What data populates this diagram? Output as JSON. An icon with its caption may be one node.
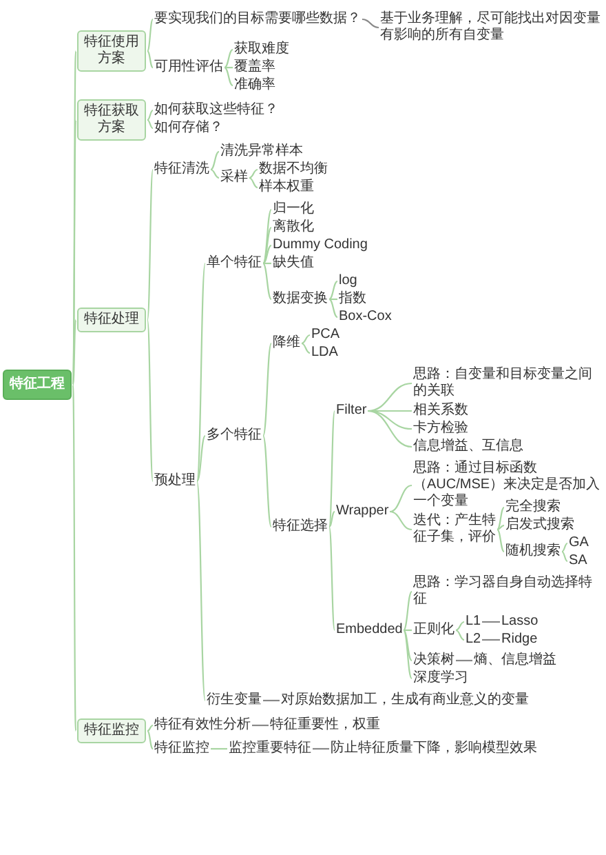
{
  "diagram": {
    "nodes": [
      {
        "text": [
          "特征工程"
        ]
      },
      {
        "text": [
          "特征使用方案"
        ]
      },
      {
        "text": [
          "要实现我们的目标需要哪些数据？"
        ]
      },
      {
        "text": [
          "基于业务理解，尽可能找出对因变量有影响的所有自变量"
        ]
      },
      {
        "text": [
          "可用性评估"
        ]
      },
      {
        "text": [
          "获取难度"
        ]
      },
      {
        "text": [
          "覆盖率"
        ]
      },
      {
        "text": [
          "准确率"
        ]
      },
      {
        "text": [
          "特征获取方案"
        ]
      },
      {
        "text": [
          "如何获取这些特征？"
        ]
      },
      {
        "text": [
          "如何存储？"
        ]
      },
      {
        "text": [
          "特征处理"
        ]
      },
      {
        "text": [
          "特征清洗"
        ]
      },
      {
        "text": [
          "清洗异常样本"
        ]
      },
      {
        "text": [
          "采样"
        ]
      },
      {
        "text": [
          "数据不均衡"
        ]
      },
      {
        "text": [
          "样本权重"
        ]
      },
      {
        "text": [
          "预处理"
        ]
      },
      {
        "text": [
          "单个特征"
        ]
      },
      {
        "text": [
          "归一化"
        ]
      },
      {
        "text": [
          "离散化"
        ]
      },
      {
        "text": [
          "Dummy Coding"
        ]
      },
      {
        "text": [
          "缺失值"
        ]
      },
      {
        "text": [
          "数据变换"
        ]
      },
      {
        "text": [
          "log"
        ]
      },
      {
        "text": [
          "指数"
        ]
      },
      {
        "text": [
          "Box-Cox"
        ]
      },
      {
        "text": [
          "多个特征"
        ]
      },
      {
        "text": [
          "降维"
        ]
      },
      {
        "text": [
          "PCA"
        ]
      },
      {
        "text": [
          "LDA"
        ]
      },
      {
        "text": [
          "特征选择"
        ]
      },
      {
        "text": [
          "Filter"
        ]
      },
      {
        "text": [
          "思路：自变量和目标变量之间的关联"
        ]
      },
      {
        "text": [
          "相关系数"
        ]
      },
      {
        "text": [
          "卡方检验"
        ]
      },
      {
        "text": [
          "信息增益、互信息"
        ]
      },
      {
        "text": [
          "Wrapper"
        ]
      },
      {
        "text": [
          "思路：通过目标函数（AUC/MSE）来决定是否加入一个变量"
        ]
      },
      {
        "text": [
          "迭代：产生特征子集，评价"
        ]
      },
      {
        "text": [
          "完全搜索"
        ]
      },
      {
        "text": [
          "启发式搜索"
        ]
      },
      {
        "text": [
          "随机搜索"
        ]
      },
      {
        "text": [
          "GA"
        ]
      },
      {
        "text": [
          "SA"
        ]
      },
      {
        "text": [
          "Embedded"
        ]
      },
      {
        "text": [
          "思路：学习器自身自动选择特征"
        ]
      },
      {
        "text": [
          "正则化"
        ]
      },
      {
        "text": [
          "L1"
        ]
      },
      {
        "text": [
          "Lasso"
        ]
      },
      {
        "text": [
          "L2"
        ]
      },
      {
        "text": [
          "Ridge"
        ]
      },
      {
        "text": [
          "决策树"
        ]
      },
      {
        "text": [
          "熵、信息增益"
        ]
      },
      {
        "text": [
          "深度学习"
        ]
      },
      {
        "text": [
          "衍生变量"
        ]
      },
      {
        "text": [
          "对原始数据加工，生成有商业意义的变量"
        ]
      },
      {
        "text": [
          "特征监控"
        ]
      },
      {
        "text": [
          "特征有效性分析"
        ]
      },
      {
        "text": [
          "特征重要性，权重"
        ]
      },
      {
        "text": [
          "特征监控"
        ]
      },
      {
        "text": [
          "监控重要特征"
        ]
      },
      {
        "text": [
          "防止特征质量下降，影响模型效果"
        ]
      }
    ],
    "edges": [
      {
        "from": 0,
        "to": 1,
        "arrow": "none"
      },
      {
        "from": 1,
        "to": 2,
        "arrow": "none"
      },
      {
        "from": 2,
        "to": 3,
        "arrow": "none",
        "color": "#888888"
      },
      {
        "from": 1,
        "to": 4,
        "arrow": "none"
      },
      {
        "from": 4,
        "to": 5,
        "arrow": "none"
      },
      {
        "from": 4,
        "to": 6,
        "arrow": "none"
      },
      {
        "from": 4,
        "to": 7,
        "arrow": "none"
      },
      {
        "from": 0,
        "to": 8,
        "arrow": "none"
      },
      {
        "from": 8,
        "to": 9,
        "arrow": "none"
      },
      {
        "from": 8,
        "to": 10,
        "arrow": "none"
      },
      {
        "from": 0,
        "to": 11,
        "arrow": "none"
      },
      {
        "from": 11,
        "to": 12,
        "arrow": "none"
      },
      {
        "from": 12,
        "to": 13,
        "arrow": "none"
      },
      {
        "from": 12,
        "to": 14,
        "arrow": "none"
      },
      {
        "from": 14,
        "to": 15,
        "arrow": "none"
      },
      {
        "from": 14,
        "to": 16,
        "arrow": "none"
      },
      {
        "from": 11,
        "to": 17,
        "arrow": "none"
      },
      {
        "from": 17,
        "to": 18,
        "arrow": "none"
      },
      {
        "from": 18,
        "to": 19,
        "arrow": "none"
      },
      {
        "from": 18,
        "to": 20,
        "arrow": "none"
      },
      {
        "from": 18,
        "to": 21,
        "arrow": "none"
      },
      {
        "from": 18,
        "to": 22,
        "arrow": "none"
      },
      {
        "from": 18,
        "to": 23,
        "arrow": "none"
      },
      {
        "from": 23,
        "to": 24,
        "arrow": "none"
      },
      {
        "from": 23,
        "to": 25,
        "arrow": "none"
      },
      {
        "from": 23,
        "to": 26,
        "arrow": "none"
      },
      {
        "from": 17,
        "to": 27,
        "arrow": "none"
      },
      {
        "from": 27,
        "to": 28,
        "arrow": "none"
      },
      {
        "from": 28,
        "to": 29,
        "arrow": "none"
      },
      {
        "from": 28,
        "to": 30,
        "arrow": "none"
      },
      {
        "from": 27,
        "to": 31,
        "arrow": "none"
      },
      {
        "from": 31,
        "to": 32,
        "arrow": "none"
      },
      {
        "from": 32,
        "to": 33,
        "arrow": "none"
      },
      {
        "from": 32,
        "to": 34,
        "arrow": "none"
      },
      {
        "from": 32,
        "to": 35,
        "arrow": "none"
      },
      {
        "from": 32,
        "to": 36,
        "arrow": "none"
      },
      {
        "from": 31,
        "to": 37,
        "arrow": "none"
      },
      {
        "from": 37,
        "to": 38,
        "arrow": "none"
      },
      {
        "from": 37,
        "to": 39,
        "arrow": "none"
      },
      {
        "from": 39,
        "to": 40,
        "arrow": "none"
      },
      {
        "from": 39,
        "to": 41,
        "arrow": "none"
      },
      {
        "from": 39,
        "to": 42,
        "arrow": "none"
      },
      {
        "from": 42,
        "to": 43,
        "arrow": "none"
      },
      {
        "from": 42,
        "to": 44,
        "arrow": "none"
      },
      {
        "from": 31,
        "to": 45,
        "arrow": "none"
      },
      {
        "from": 45,
        "to": 46,
        "arrow": "none"
      },
      {
        "from": 45,
        "to": 47,
        "arrow": "none"
      },
      {
        "from": 47,
        "to": 48,
        "arrow": "none"
      },
      {
        "from": 48,
        "to": 49,
        "arrow": "none",
        "color": "#888888"
      },
      {
        "from": 47,
        "to": 50,
        "arrow": "none"
      },
      {
        "from": 50,
        "to": 51,
        "arrow": "none",
        "color": "#888888"
      },
      {
        "from": 45,
        "to": 52,
        "arrow": "none"
      },
      {
        "from": 52,
        "to": 53,
        "arrow": "none",
        "color": "#888888"
      },
      {
        "from": 45,
        "to": 54,
        "arrow": "none"
      },
      {
        "from": 17,
        "to": 55,
        "arrow": "none"
      },
      {
        "from": 55,
        "to": 56,
        "arrow": "none",
        "color": "#888888"
      },
      {
        "from": 0,
        "to": 57,
        "arrow": "none"
      },
      {
        "from": 57,
        "to": 58,
        "arrow": "none"
      },
      {
        "from": 58,
        "to": 59,
        "arrow": "none",
        "color": "#888888"
      },
      {
        "from": 57,
        "to": 60,
        "arrow": "none"
      },
      {
        "from": 60,
        "to": 61,
        "arrow": "none"
      },
      {
        "from": 61,
        "to": 62,
        "arrow": "none",
        "color": "#888888"
      }
    ]
  }
}
